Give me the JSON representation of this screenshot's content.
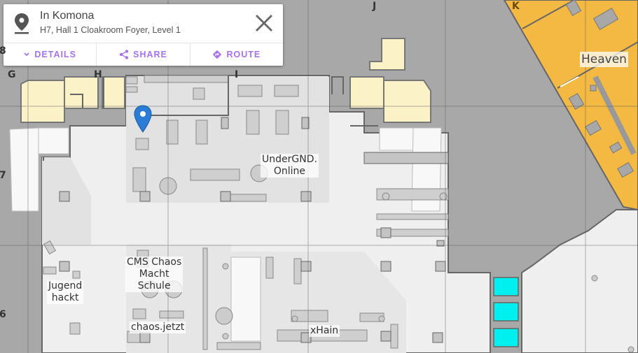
{
  "card": {
    "title": "In Komona",
    "subtitle": "H7, Hall 1 Cloakroom Foyer, Level 1",
    "icon": "location-pin-icon",
    "close_icon": "close-icon",
    "actions": [
      {
        "label": "DETAILS",
        "icon": "chevron-down-icon"
      },
      {
        "label": "SHARE",
        "icon": "share-icon"
      },
      {
        "label": "ROUTE",
        "icon": "route-diamond-icon"
      }
    ],
    "accent": "#a672f0"
  },
  "map": {
    "colors": {
      "background": "#a8a8a8",
      "floor": "#efefef",
      "highlight_room": "#f4b942",
      "cream_room": "#fbf2c8",
      "stairs_cyan": "#00f0f0",
      "marker": "#2c7bd4"
    },
    "grid_columns": [
      "G",
      "H",
      "I",
      "J",
      "K"
    ],
    "grid_rows": [
      "8",
      "7",
      "6"
    ],
    "room_labels": [
      {
        "id": "heaven",
        "text": "Heaven"
      },
      {
        "id": "undergnd",
        "text": "UnderGND.\nOnline"
      },
      {
        "id": "cms",
        "text": "CMS Chaos\nMacht\nSchule"
      },
      {
        "id": "jugend",
        "text": "Jugend\nhackt"
      },
      {
        "id": "chaosjetzt",
        "text": "chaos.jetzt"
      },
      {
        "id": "xhain",
        "text": "xHain"
      }
    ]
  }
}
